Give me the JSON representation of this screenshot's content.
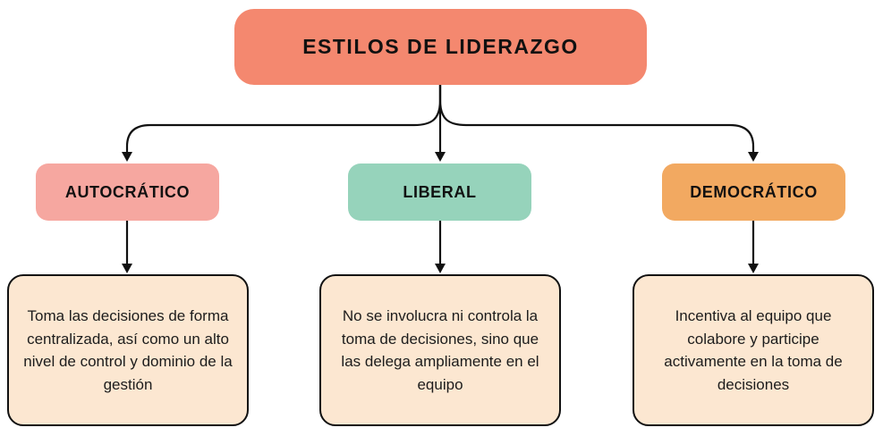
{
  "diagram": {
    "title": "Estilos de liderazgo concept map",
    "background": "#ffffff",
    "connector_color": "#111111"
  },
  "root": {
    "label": "ESTILOS DE LIDERAZGO",
    "color": "#F4886F"
  },
  "branches": [
    {
      "id": "autocratico",
      "label": "AUTOCRÁTICO",
      "color": "#F6A7A0",
      "description": "Toma las decisiones de forma centralizada, así como un alto nivel de control y dominio de la gestión"
    },
    {
      "id": "liberal",
      "label": "LIBERAL",
      "color": "#96D3BB",
      "description": "No se involucra ni controla la toma de decisiones, sino que las delega ampliamente en el equipo"
    },
    {
      "id": "democratico",
      "label": "DEMOCRÁTICO",
      "color": "#F2A961",
      "description": "Incentiva al equipo que colabore y participe activamente en la toma de decisiones"
    }
  ],
  "description_box": {
    "fill": "#FCE7D1",
    "border": "#111111"
  }
}
